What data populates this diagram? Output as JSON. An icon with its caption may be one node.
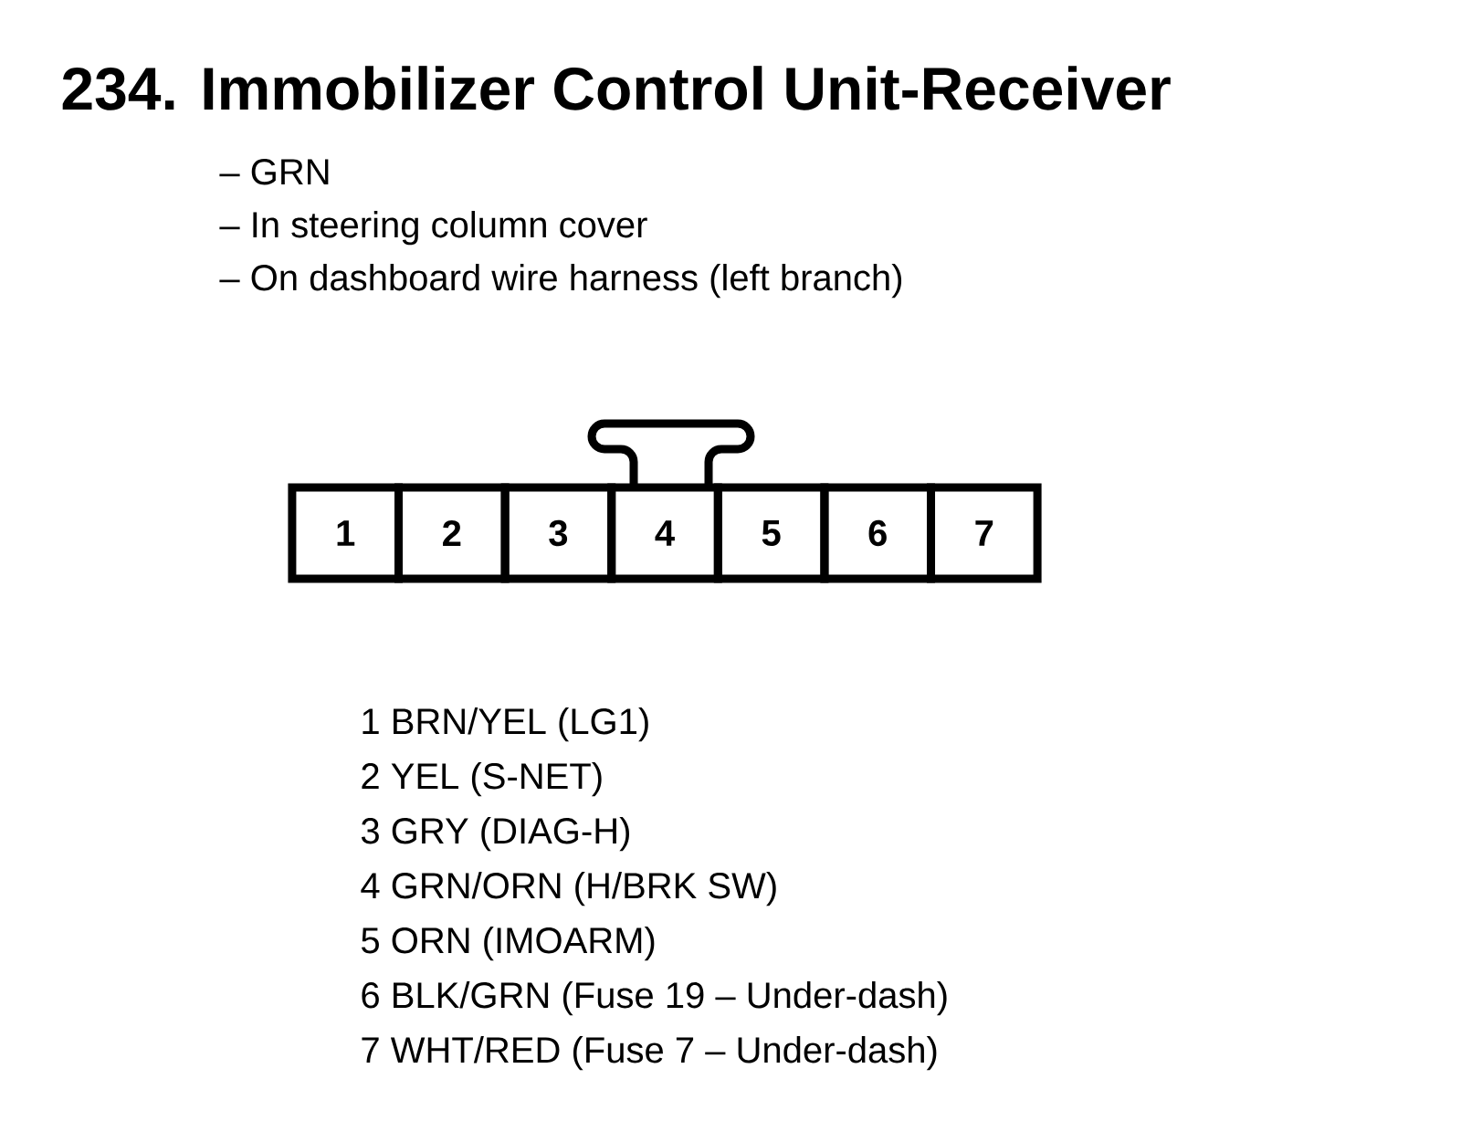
{
  "diagram": {
    "title": "234. Immobilizer Control Unit-Receiver",
    "nodes": [
      {
        "text": [
          "1"
        ]
      },
      {
        "text": [
          "2"
        ]
      },
      {
        "text": [
          "3"
        ]
      },
      {
        "text": [
          "4"
        ]
      },
      {
        "text": [
          "5"
        ]
      },
      {
        "text": [
          "6"
        ]
      },
      {
        "text": [
          "7"
        ]
      }
    ],
    "labels": [
      "– GRN",
      "– In steering column cover",
      "– On dashboard wire harness (left branch)",
      "1 BRN/YEL (LG1)",
      "2 YEL (S-NET)",
      "3 GRY (DIAG-H)",
      "4 GRN/ORN (H/BRK SW)",
      "5 ORN (IMOARM)",
      "6 BLK/GRN (Fuse 19 – Under-dash)",
      "7 WHT/RED (Fuse 7 – Under-dash)"
    ]
  }
}
